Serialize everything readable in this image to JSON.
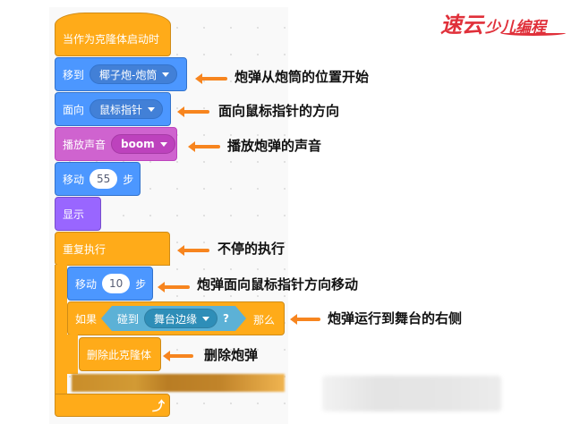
{
  "logo": {
    "brand_big": "速云",
    "brand_small": "少儿编程",
    "color": "#e0303a"
  },
  "script": {
    "hat": {
      "label": "当作为克隆体启动时",
      "color": "#ffab19"
    },
    "goto": {
      "label": "移到",
      "dropdown": "椰子炮-炮筒",
      "color": "#4c97ff"
    },
    "point": {
      "label": "面向",
      "dropdown": "鼠标指针",
      "color": "#4c97ff"
    },
    "play_sound": {
      "label": "播放声音",
      "dropdown": "boom",
      "color": "#cf63cf"
    },
    "move1": {
      "label": "移动",
      "value": "55",
      "suffix": "步"
    },
    "show": {
      "label": "显示",
      "color": "#9966ff"
    },
    "forever": {
      "label": "重复执行",
      "color": "#ffab19"
    },
    "move2": {
      "label": "移动",
      "value": "10",
      "suffix": "步"
    },
    "if_block": {
      "label_if": "如果",
      "condition_label": "碰到",
      "condition_dropdown": "舞台边缘",
      "condition_q": "?",
      "label_then": "那么",
      "sensing_color": "#5cb1d6"
    },
    "delete_clone": {
      "label": "删除此克隆体"
    }
  },
  "annotations": [
    "炮弹从炮筒的位置开始",
    "面向鼠标指针的方向",
    "播放炮弹的声音",
    "不停的执行",
    "炮弹面向鼠标指针方向移动",
    "炮弹运行到舞台的右侧",
    "删除炮弹"
  ],
  "arrow_color": "#f7851f"
}
